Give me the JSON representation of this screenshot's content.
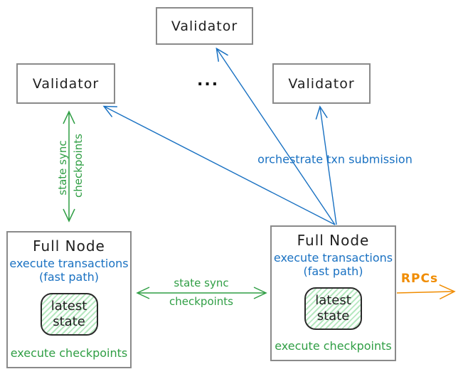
{
  "colors": {
    "blue": "#1971c2",
    "green": "#2f9e44",
    "orange": "#f08c00",
    "ink": "#1e1e1e",
    "box_border": "#8a8a8a",
    "state_hatch_fill": "#b2e7bc"
  },
  "validators": {
    "top": {
      "label": "Validator"
    },
    "left": {
      "label": "Validator"
    },
    "right": {
      "label": "Validator"
    },
    "ellipsis": "..."
  },
  "full_nodes": {
    "left": {
      "title": "Full Node",
      "exec_transactions": "execute transactions",
      "fast_path": "(fast path)",
      "state_line1": "latest",
      "state_line2": "state",
      "exec_checkpoints": "execute checkpoints"
    },
    "right": {
      "title": "Full Node",
      "exec_transactions": "execute transactions",
      "fast_path": "(fast path)",
      "state_line1": "latest",
      "state_line2": "state",
      "exec_checkpoints": "execute checkpoints"
    }
  },
  "edges": {
    "left_state_sync": {
      "line1": "state sync",
      "line2": "checkpoints"
    },
    "mid_state_sync": {
      "line1": "state sync",
      "line2": "checkpoints"
    },
    "orchestrate": {
      "label": "orchestrate txn submission"
    },
    "rpcs": {
      "label": "RPCs"
    }
  }
}
